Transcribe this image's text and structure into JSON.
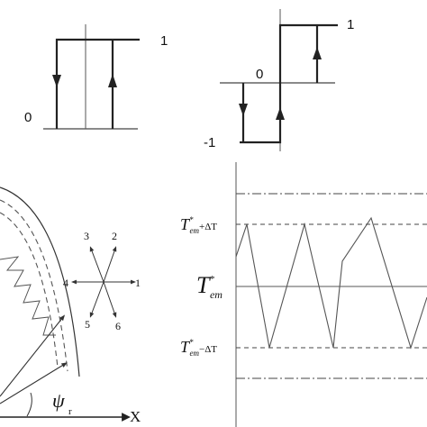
{
  "panels": {
    "hysteresis_two_level": {
      "label_high": "1",
      "label_low": "0"
    },
    "hysteresis_three_level": {
      "label_high": "1",
      "label_zero": "0",
      "label_low": "-1"
    },
    "vector_diagram": {
      "vector_labels": [
        "1",
        "2",
        "3",
        "4",
        "5",
        "6"
      ],
      "angle_symbol": "ψ",
      "angle_subscript": "r",
      "axis_label": "X"
    },
    "torque_band": {
      "upper_label": {
        "base": "T",
        "sup": "*",
        "sub": "em",
        "suffix": "+ΔT"
      },
      "center_label": {
        "base": "T",
        "sup": "*",
        "sub": "em"
      },
      "lower_label": {
        "base": "T",
        "sup": "*",
        "sub": "em",
        "suffix": "−ΔT"
      }
    }
  },
  "colors": {
    "stroke": "#222222",
    "thin": "#444444"
  }
}
